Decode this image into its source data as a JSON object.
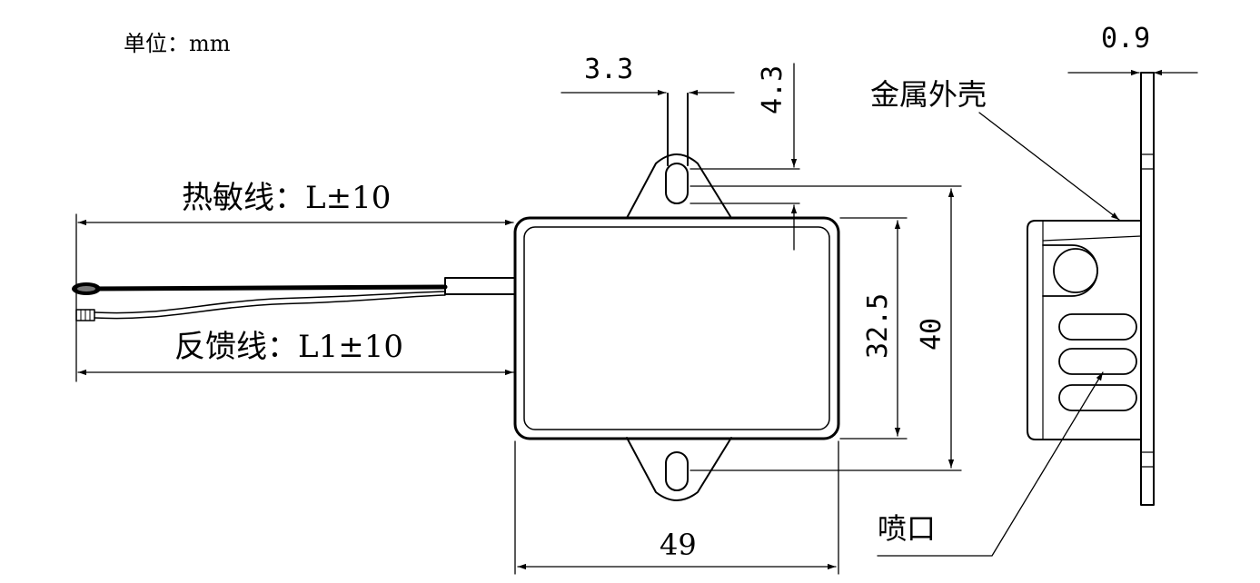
{
  "drawing": {
    "unit_label": "单位：mm",
    "dimensions": {
      "wire_width": "3.3",
      "ear_offset": "4.3",
      "shell_thickness": "0.9",
      "body_height": "32.5",
      "total_height": "40",
      "body_width": "49"
    },
    "labels": {
      "sensor_wire": "热敏线：L±10",
      "feedback_wire": "反馈线：L1±10",
      "metal_shell": "金属外壳",
      "nozzle": "喷口"
    },
    "colors": {
      "line": "#000000",
      "background": "#ffffff"
    }
  }
}
